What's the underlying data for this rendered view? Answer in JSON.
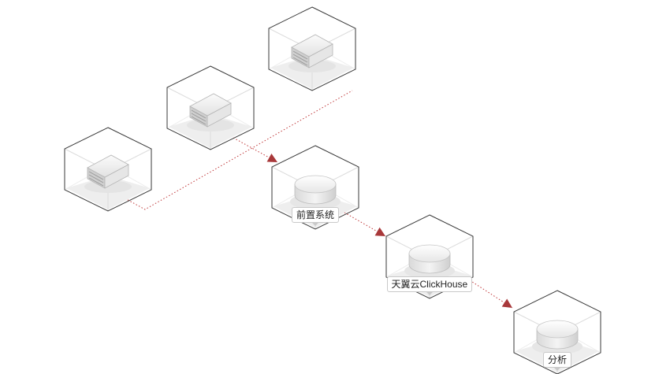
{
  "diagram": {
    "nodes": [
      {
        "id": "server-left",
        "type": "server",
        "label": ""
      },
      {
        "id": "server-middle",
        "type": "server",
        "label": ""
      },
      {
        "id": "server-top",
        "type": "server",
        "label": ""
      },
      {
        "id": "frontend",
        "type": "database",
        "label": "前置系统"
      },
      {
        "id": "clickhouse",
        "type": "database",
        "label": "天翼云ClickHouse"
      },
      {
        "id": "analysis",
        "type": "database",
        "label": "分析"
      }
    ],
    "edges": [
      {
        "from": "server-middle",
        "to": "frontend",
        "style": "dotted",
        "arrow": true
      },
      {
        "from": "server-left",
        "to": "server-top",
        "style": "dotted",
        "arrow": false
      },
      {
        "from": "frontend",
        "to": "clickhouse",
        "style": "dotted",
        "arrow": true
      },
      {
        "from": "clickhouse",
        "to": "analysis",
        "style": "dotted",
        "arrow": true
      }
    ],
    "colors": {
      "edge": "#c0393b",
      "arrow": "#a8383a",
      "hex_stroke": "#3a3a3a",
      "floor": "#eeeeee",
      "device": "#e3e3e3"
    }
  }
}
